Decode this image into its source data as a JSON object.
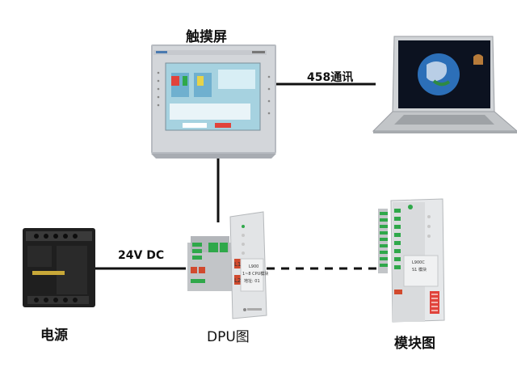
{
  "nodes": {
    "touchscreen": {
      "label": "触摸屏"
    },
    "laptop": {},
    "power": {
      "label": "电源"
    },
    "dpu": {
      "label": "DPU图",
      "face_lines": [
        "L1",
        "L2"
      ],
      "panel_text": [
        "L900",
        "1~8 CPU模块",
        "地址: 01"
      ]
    },
    "module": {
      "label": "模块图",
      "panel_text": [
        "L900C",
        "S1 模块"
      ]
    }
  },
  "edges": {
    "hmi_laptop": {
      "label": "458通讯",
      "style": "solid"
    },
    "hmi_dpu": {
      "label": "",
      "style": "solid"
    },
    "power_dpu": {
      "label": "24V DC",
      "style": "solid"
    },
    "dpu_module": {
      "label": "",
      "style": "dashed"
    }
  },
  "colors": {
    "line": "#111111",
    "hmi_frame": "#c9ccd1",
    "hmi_screen": "#a8d0e0",
    "power_body": "#1f1f1f",
    "module_body": "#e6e8ea",
    "terminal_green": "#2fa84a",
    "switch_red": "#e0433b"
  }
}
